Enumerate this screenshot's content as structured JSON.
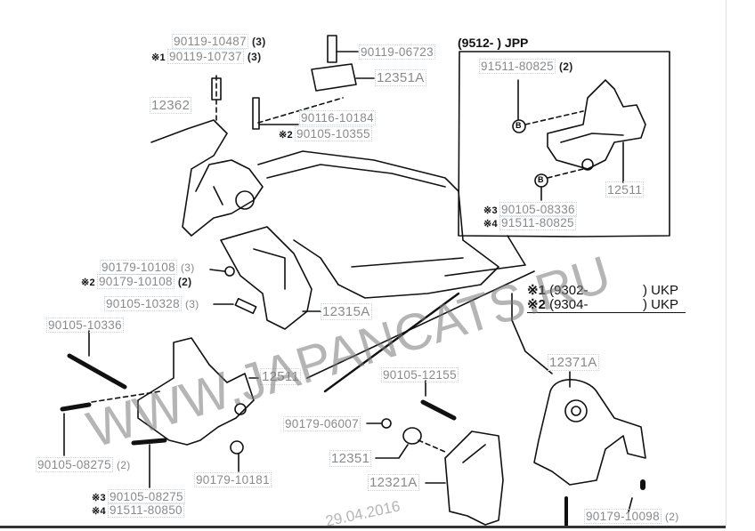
{
  "labels": {
    "p1": {
      "part": "90119-10487",
      "qty": "(3)"
    },
    "p2": {
      "mark": "※1",
      "part": "90119-10737",
      "qty": "(3)"
    },
    "p3": {
      "part": "90119-06723"
    },
    "p4": {
      "part": "12351A"
    },
    "p5": {
      "part": "12362"
    },
    "p6": {
      "part": "90116-10184"
    },
    "p7": {
      "mark": "※2",
      "part": "90105-10355"
    },
    "p8": {
      "part": "90179-10108",
      "qty": "(3)"
    },
    "p9": {
      "mark": "※2",
      "part": "90179-10108",
      "qty": "(2)"
    },
    "p10": {
      "part": "90105-10328",
      "qty": "(3)"
    },
    "p11": {
      "part": "12315A"
    },
    "p12": {
      "part": "90105-10336"
    },
    "p13": {
      "part": "12511"
    },
    "p14": {
      "part": "90105-12155"
    },
    "p15": {
      "part": "12371A"
    },
    "p16": {
      "part": "90179-06007"
    },
    "p17": {
      "part": "12351"
    },
    "p18": {
      "part": "12321A"
    },
    "p19": {
      "part": "90105-08275",
      "qty": "(2)"
    },
    "p20": {
      "part": "90179-10181"
    },
    "p21": {
      "mark": "※3",
      "part": "90105-08275"
    },
    "p22": {
      "mark": "※4",
      "part": "91511-80850"
    },
    "p23": {
      "part": "90179-10098",
      "qty": "(2)"
    }
  },
  "inset": {
    "header": "(9512-      ) JPP",
    "p1": {
      "part": "91511-80825",
      "qty": "(2)"
    },
    "p2": {
      "part": "12511"
    },
    "p3": {
      "mark": "※3",
      "part": "90105-08336"
    },
    "p4": {
      "mark": "※4",
      "part": "91511-80825"
    },
    "callout": "B"
  },
  "notes": [
    {
      "mark": "※1",
      "range": "(9302-",
      "region": ") UKP"
    },
    {
      "mark": "※2",
      "range": "(9304-",
      "region": ") UKP"
    }
  ],
  "watermark": "WWW.JAPANCATS.RU",
  "date": "29.04.2016"
}
